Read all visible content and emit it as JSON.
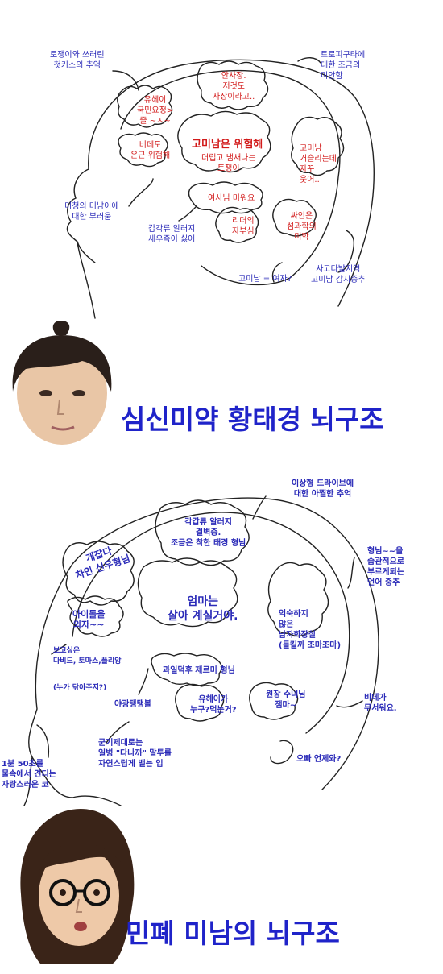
{
  "panel1": {
    "title": "심신미약 황태경 뇌구조",
    "center": {
      "line1": "고미남은 위험해",
      "line2": "더럽고 냄새나는\n토쟁이"
    },
    "lobes": [
      "유헤이\n국민요정>\n즐 ~ㅅ~",
      "안사장.\n저것도\n사장이라고..",
      "비데도\n은근 위험해",
      "고미남\n거슬리는데\n자꾸\n웃어..",
      "여사님 미워요",
      "리더의\n자부심",
      "싸인은\n섬과학의\n미학"
    ],
    "outer": [
      "토쟁이와 쓰러린\n첫키스의 추억",
      "트로피구타에\n대한 조금의\n미안함",
      "미청의 미남이에\n대한 부러움",
      "갑각류 알러지\n새우즉이 싫어",
      "고미남 = 여자?",
      "사고다발지역\n고미남 감지중추"
    ]
  },
  "panel2": {
    "title": "민폐 미남의 뇌구조",
    "center": "엄마는\n살아 계실거야.",
    "lobes": [
      "개잡다\n차인 신우형님",
      "각갑류 알러지\n결벽증.\n조금은 착한 태경 형님",
      "아이돌을\n외자~~",
      "익숙하지\n않은\n남자화장실\n(들킬까 조마조마)",
      "과일덕후 제르미 형님",
      "유헤이가\n누구?먹는거?",
      "원장 수녀님\n잼마~"
    ],
    "outer": [
      "이상형 드라이브에\n대한 아찔한 추억",
      "형님~~을\n습관적으로\n부르게되는\n언어 중추",
      "보고싶은\n다비드, 토마스,플리앙",
      "(누가 닦아주지?)",
      "야광탱탱볼",
      "비데가\n무서워요.",
      "군기제대로는\n일병 \"다나까\" 말투를\n자연스럽게 뱉는 입",
      "1분 50초를\n물속에서 견디는\n자랑스러운 코",
      "오빠 언제와?"
    ]
  }
}
